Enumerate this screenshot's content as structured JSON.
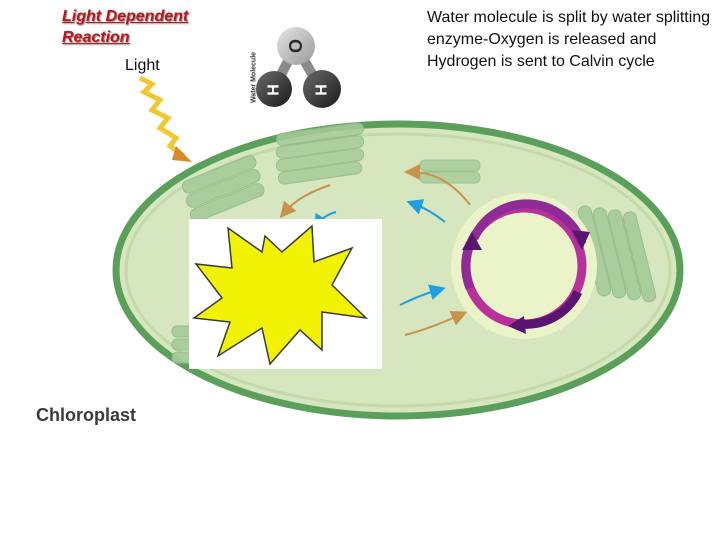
{
  "title": "Light Dependent Reaction",
  "light_label": "Light",
  "water_molecule": {
    "label": "Water Molecule",
    "atom_o": "O",
    "atom_h1": "H",
    "atom_h2": "H"
  },
  "description": "Water molecule is split by water splitting enzyme-Oxygen is released and Hydrogen is sent to Calvin cycle",
  "chloroplast_label": "Chloroplast",
  "colors": {
    "title": "#c0141b",
    "membrane": "#5a9f5a",
    "stroma": "#d6e6be",
    "thylakoid": "#a6cc98",
    "starburst": "#f2f205",
    "calvin_cycle": "#8f2b96",
    "blue_arrow": "#1e9fe0",
    "orange_arrow": "#c8924a",
    "lightning": "#f0c832"
  }
}
